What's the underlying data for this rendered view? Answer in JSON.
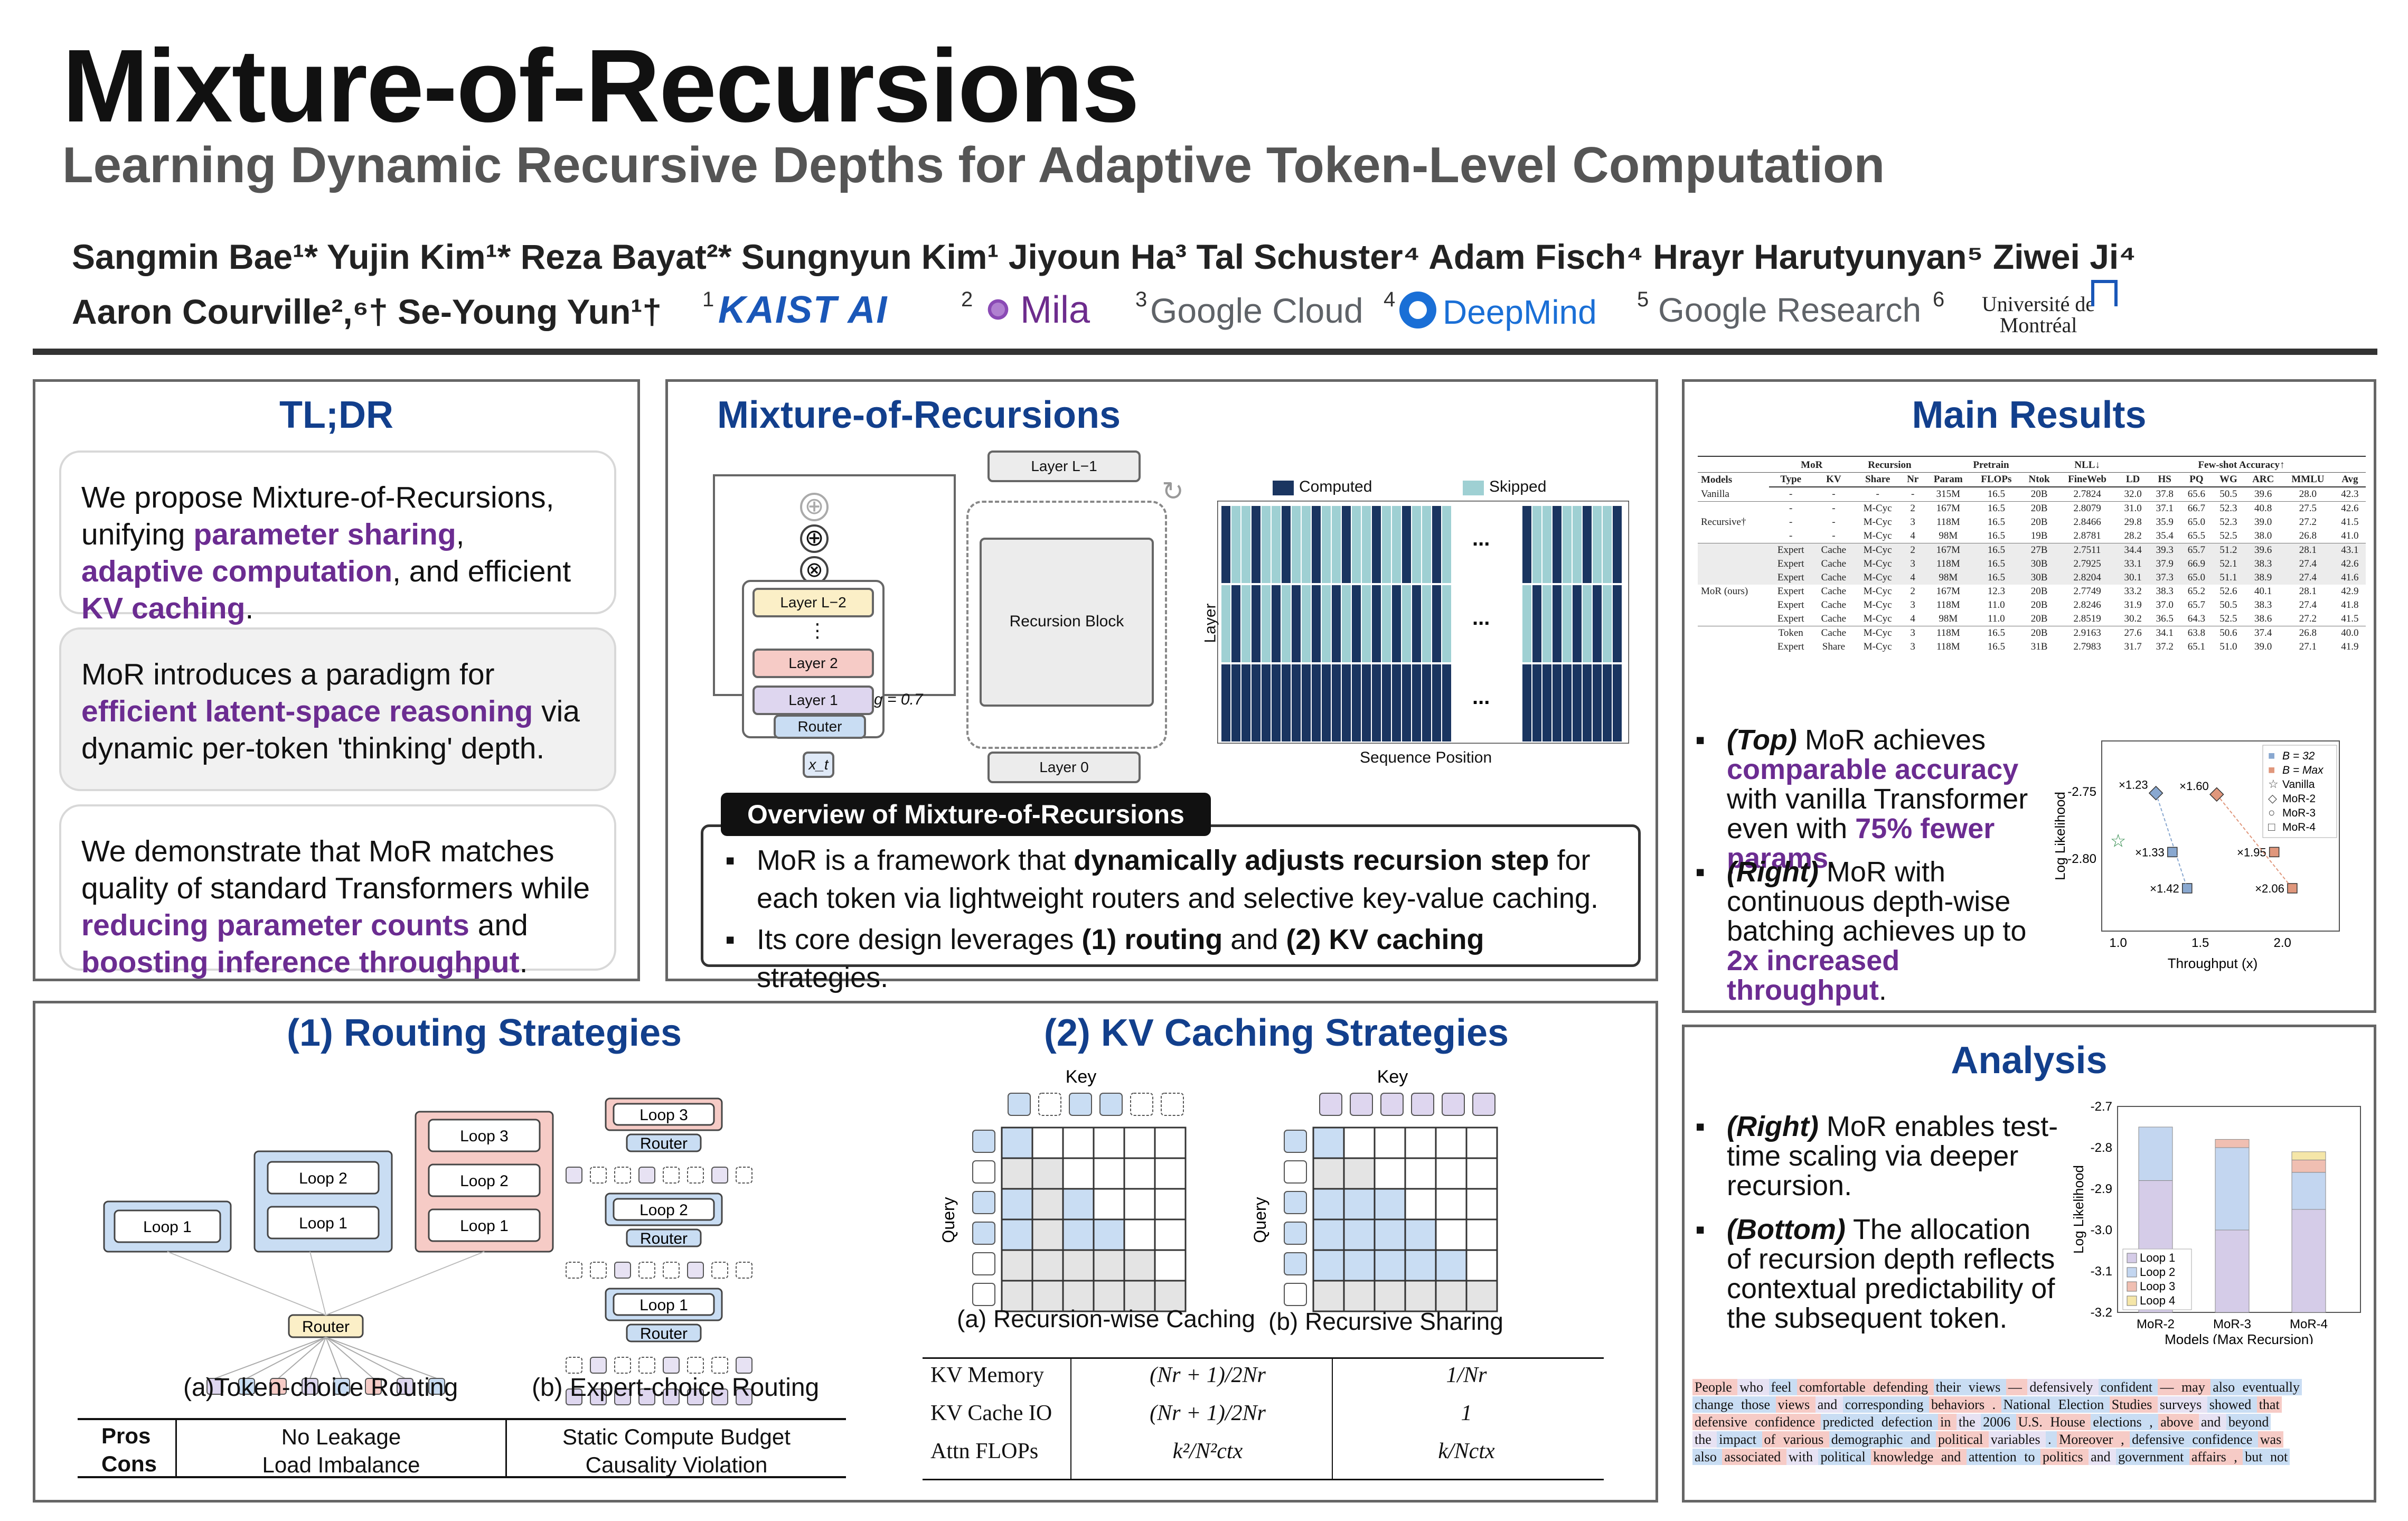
{
  "header": {
    "title": "Mixture-of-Recursions",
    "subtitle": "Learning Dynamic Recursive Depths for Adaptive Token-Level Computation",
    "authors_line1": "Sangmin Bae¹* Yujin Kim¹* Reza Bayat²* Sungnyun Kim¹ Jiyoun Ha³ Tal Schuster⁴ Adam Fisch⁴ Hrayr Harutyunyan⁵ Ziwei Ji⁴",
    "authors_line2": "Aaron Courville²,⁶† Se-Young Yun¹†",
    "aff": [
      {
        "n": "1",
        "name": "KAIST AI"
      },
      {
        "n": "2",
        "name": "Mila"
      },
      {
        "n": "3",
        "name": "Google Cloud"
      },
      {
        "n": "4",
        "name": "DeepMind"
      },
      {
        "n": "5",
        "name": "Google Research"
      },
      {
        "n": "6",
        "name": "Université de Montréal"
      }
    ]
  },
  "tldr": {
    "title": "TL;DR",
    "box1": [
      "We propose Mixture-of-Recursions, unifying ",
      "parameter sharing",
      ", ",
      "adaptive computation",
      ", and efficient ",
      "KV caching",
      "."
    ],
    "box2": [
      "MoR introduces a paradigm for ",
      "efficient latent-space reasoning",
      " via dynamic per-token 'thinking' depth."
    ],
    "box3": [
      "We demonstrate that MoR matches quality of standard Transformers while ",
      "reducing parameter counts",
      " and ",
      "boosting inference throughput",
      "."
    ]
  },
  "mor": {
    "title": "Mixture-of-Recursions",
    "diagram": {
      "layer_l2": "Layer L−2",
      "layer2": "Layer 2",
      "layer1": "Layer 1",
      "router": "Router",
      "xt": "x_t",
      "g": "g = 0.7",
      "layerL1": "Layer L−1",
      "layer0": "Layer 0",
      "recblock": "Recursion Block",
      "computed": "Computed",
      "skipped": "Skipped",
      "layer_axis": "Layer",
      "seq_axis": "Sequence Position",
      "dots": "..."
    },
    "overview_title": "Overview of Mixture-of-Recursions",
    "bullets": [
      [
        "MoR is a framework that ",
        "dynamically adjusts recursion step",
        " for each token via lightweight routers and selective key-value caching."
      ],
      [
        "Its core design leverages ",
        "(1) routing",
        " and ",
        "(2) KV caching",
        " strategies."
      ]
    ]
  },
  "results": {
    "title": "Main Results",
    "table_header": [
      "Models",
      "MoR",
      "",
      "Recursion",
      "",
      "Pretrain",
      "",
      "",
      "NLL↓",
      "Few-shot Accuracy↑"
    ],
    "subheader": [
      "Type",
      "KV",
      "Share",
      "Nr",
      "Param",
      "FLOPs",
      "Ntok",
      "FineWeb",
      "LD",
      "HS",
      "PQ",
      "WG",
      "ARC",
      "MMLU",
      "Avg"
    ],
    "rows": [
      [
        "Vanilla",
        "-",
        "-",
        "-",
        "-",
        "315M",
        "16.5",
        "20B",
        "2.7824",
        "32.0",
        "37.8",
        "65.6",
        "50.5",
        "39.6",
        "28.0",
        "42.3"
      ],
      [
        "",
        "-",
        "-",
        "M-Cyc",
        "2",
        "167M",
        "16.5",
        "20B",
        "2.8079",
        "31.0",
        "37.1",
        "66.7",
        "52.3",
        "40.8",
        "27.5",
        "42.6"
      ],
      [
        "Recursive†",
        "-",
        "-",
        "M-Cyc",
        "3",
        "118M",
        "16.5",
        "20B",
        "2.8466",
        "29.8",
        "35.9",
        "65.0",
        "52.3",
        "39.0",
        "27.2",
        "41.5"
      ],
      [
        "",
        "-",
        "-",
        "M-Cyc",
        "4",
        "98M",
        "16.5",
        "19B",
        "2.8781",
        "28.2",
        "35.4",
        "65.5",
        "52.5",
        "38.0",
        "26.8",
        "41.0"
      ],
      [
        "",
        "Expert",
        "Cache",
        "M-Cyc",
        "2",
        "167M",
        "16.5",
        "27B",
        "2.7511",
        "34.4",
        "39.3",
        "65.7",
        "51.2",
        "39.6",
        "28.1",
        "43.1"
      ],
      [
        "",
        "Expert",
        "Cache",
        "M-Cyc",
        "3",
        "118M",
        "16.5",
        "30B",
        "2.7925",
        "33.1",
        "37.9",
        "66.9",
        "52.1",
        "38.3",
        "27.4",
        "42.6"
      ],
      [
        "",
        "Expert",
        "Cache",
        "M-Cyc",
        "4",
        "98M",
        "16.5",
        "30B",
        "2.8204",
        "30.1",
        "37.3",
        "65.0",
        "51.1",
        "38.9",
        "27.4",
        "41.6"
      ],
      [
        "MoR (ours)",
        "Expert",
        "Cache",
        "M-Cyc",
        "2",
        "167M",
        "12.3",
        "20B",
        "2.7749",
        "33.2",
        "38.3",
        "65.2",
        "52.6",
        "40.1",
        "28.1",
        "42.9"
      ],
      [
        "",
        "Expert",
        "Cache",
        "M-Cyc",
        "3",
        "118M",
        "11.0",
        "20B",
        "2.8246",
        "31.9",
        "37.0",
        "65.7",
        "50.5",
        "38.3",
        "27.4",
        "41.8"
      ],
      [
        "",
        "Expert",
        "Cache",
        "M-Cyc",
        "4",
        "98M",
        "11.0",
        "20B",
        "2.8519",
        "30.2",
        "36.5",
        "64.3",
        "52.5",
        "38.6",
        "27.2",
        "41.5"
      ],
      [
        "",
        "Token",
        "Cache",
        "M-Cyc",
        "3",
        "118M",
        "16.5",
        "20B",
        "2.9163",
        "27.6",
        "34.1",
        "63.8",
        "50.6",
        "37.4",
        "26.8",
        "40.0"
      ],
      [
        "",
        "Expert",
        "Share",
        "M-Cyc",
        "3",
        "118M",
        "16.5",
        "31B",
        "2.7983",
        "31.7",
        "37.2",
        "65.1",
        "51.0",
        "39.0",
        "27.1",
        "41.9"
      ]
    ],
    "bullet1": [
      "(Top)",
      " MoR achieves ",
      "comparable accuracy",
      " with vanilla Transformer even with ",
      "75% fewer params",
      "."
    ],
    "bullet2": [
      "(Right)",
      " MoR with continuous depth-wise batching achieves up to ",
      "2x increased throughput",
      "."
    ],
    "plot": {
      "xlabel": "Throughput (x)",
      "ylabel": "Log Likelihood",
      "yticks": [
        "-2.75",
        "-2.80"
      ],
      "xticks": [
        "1.0",
        "1.5",
        "2.0"
      ],
      "legend": [
        "B = 32",
        "B = Max",
        "Vanilla",
        "MoR-2",
        "MoR-3",
        "MoR-4"
      ],
      "labels": [
        "×1.23",
        "×1.60",
        "×1.33",
        "×1.95",
        "×1.42",
        "×2.06"
      ]
    }
  },
  "routing": {
    "title": "(1) Routing Strategies",
    "loop1": "Loop 1",
    "loop2": "Loop 2",
    "loop3": "Loop 3",
    "router": "Router",
    "cap_a": "(a)Token-choice Routing",
    "cap_b": "(b) Expert-choice Routing",
    "pros": "Pros",
    "cons": "Cons",
    "pros_a": "No Leakage",
    "pros_b": "Static Compute Budget",
    "cons_a": "Load Imbalance",
    "cons_b": "Causality Violation"
  },
  "kv": {
    "title": "(2) KV Caching Strategies",
    "key": "Key",
    "query": "Query",
    "cap_a": "(a) Recursion-wise Caching",
    "cap_b": "(b) Recursive Sharing",
    "rows": [
      [
        "KV Memory",
        "(Nr + 1)/2Nr",
        "1/Nr"
      ],
      [
        "KV Cache IO",
        "(Nr + 1)/2Nr",
        "1"
      ],
      [
        "Attn FLOPs",
        "k²/N²ctx",
        "k/Nctx"
      ]
    ]
  },
  "analysis": {
    "title": "Analysis",
    "bullet1": [
      "(Right)",
      " MoR enables test-time scaling via deeper recursion."
    ],
    "bullet2": [
      "(Bottom)",
      " The allocation of recursion depth reflects contextual predictability of the subsequent token."
    ],
    "chart_data": {
      "type": "bar",
      "title": "",
      "xlabel": "Models (Max Recursion)",
      "ylabel": "Log Likelihood",
      "categories": [
        "MoR-2",
        "MoR-3",
        "MoR-4"
      ],
      "ylim": [
        -3.2,
        -2.7
      ],
      "yticks": [
        "-2.7",
        "-2.8",
        "-2.9",
        "-3.0",
        "-3.1",
        "-3.2"
      ],
      "series": [
        {
          "name": "Loop 1",
          "values": [
            -2.88,
            -3.0,
            -2.95
          ]
        },
        {
          "name": "Loop 2",
          "values": [
            -2.75,
            -2.8,
            -2.86
          ]
        },
        {
          "name": "Loop 3",
          "values": [
            null,
            -2.78,
            -2.83
          ]
        },
        {
          "name": "Loop 4",
          "values": [
            null,
            null,
            -2.81
          ]
        }
      ],
      "colors": [
        "#d5cce8",
        "#c3d6f0",
        "#f0bfb2",
        "#f5e6a8"
      ]
    },
    "heat": [
      "People who feel comfortable defending their views — defensively confident — may also eventually",
      "change those views and corresponding behaviors . National Election Studies surveys showed that",
      "defensive confidence predicted defection in the 2006 U.S. House elections , above and beyond",
      "the impact of various demographic and political variables . Moreover , defensive confidence was",
      "also associated with political knowledge and attention to politics and government affairs , but not"
    ]
  }
}
